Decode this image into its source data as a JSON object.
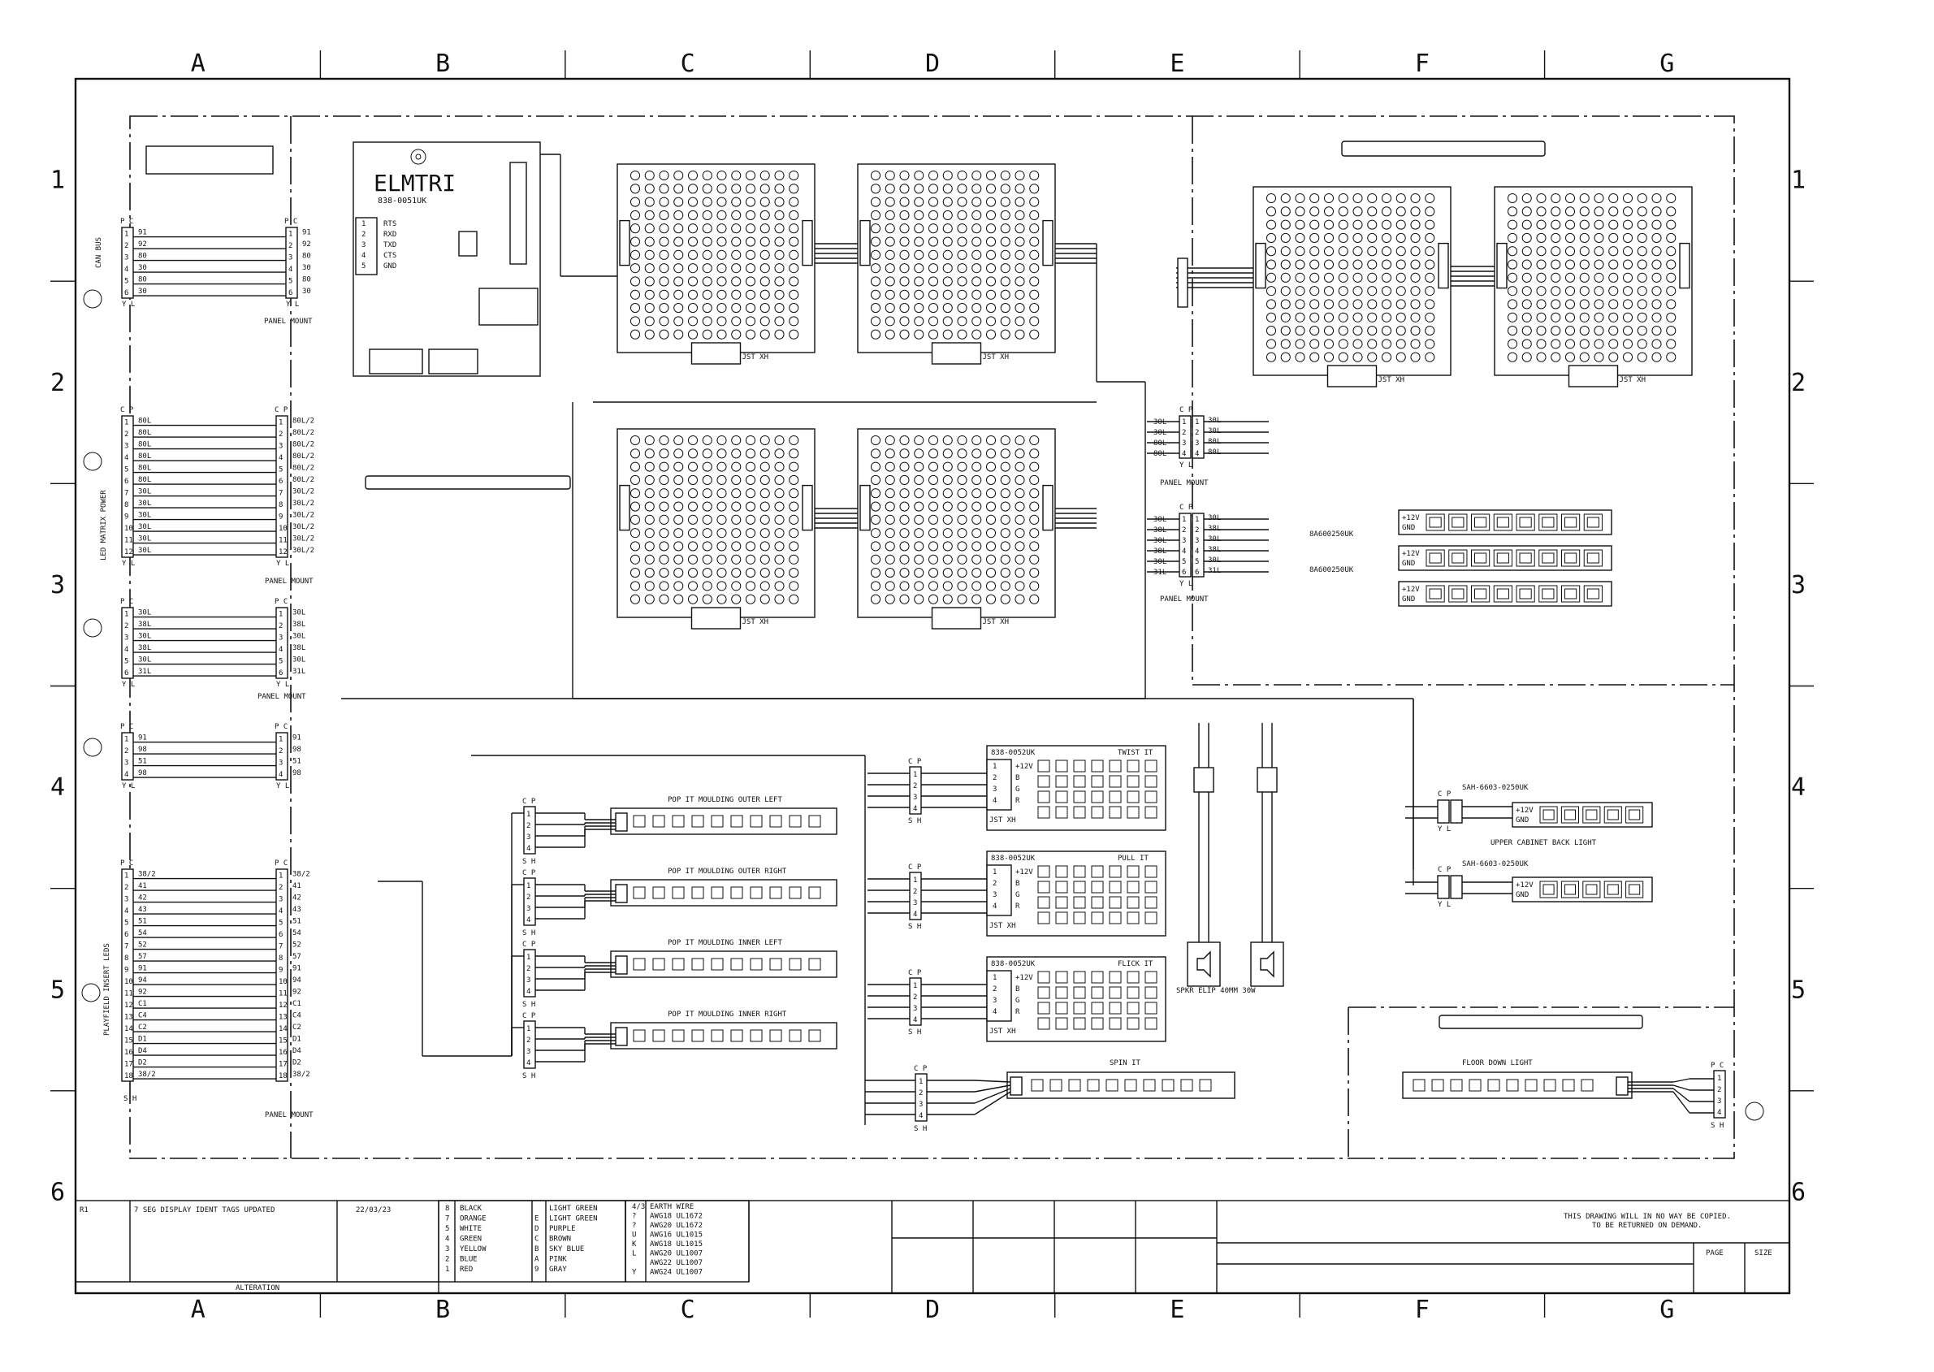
{
  "zones": {
    "cols": [
      "A",
      "B",
      "C",
      "D",
      "E",
      "F",
      "G"
    ],
    "rows": [
      "1",
      "2",
      "3",
      "4",
      "5",
      "6"
    ]
  },
  "board": {
    "brand": "ELMTRI",
    "part": "838-0051UK",
    "serial_pins": [
      "RTS",
      "RXD",
      "TXD",
      "CTS",
      "GND"
    ],
    "serial_nums": [
      "1",
      "2",
      "3",
      "4",
      "5"
    ]
  },
  "connectors": {
    "can_bus": {
      "label": "CAN BUS",
      "wires": [
        "91",
        "92",
        "80",
        "30",
        "80",
        "30"
      ],
      "footer": "PANEL MOUNT"
    },
    "led_matrix_power": {
      "label": "LED MATRIX POWER",
      "wires": [
        "80L",
        "80L",
        "80L",
        "80L",
        "80L",
        "80L",
        "30L",
        "30L",
        "30L",
        "30L",
        "30L",
        "30L"
      ],
      "wires_right": [
        "80L/2",
        "80L/2",
        "80L/2",
        "80L/2",
        "80L/2",
        "80L/2",
        "30L/2",
        "30L/2",
        "30L/2",
        "30L/2",
        "30L/2",
        "30L/2"
      ],
      "footer": "PANEL MOUNT"
    },
    "mid_block": {
      "wires": [
        "30L",
        "38L",
        "30L",
        "38L",
        "30L",
        "31L"
      ],
      "footer": "PANEL MOUNT"
    },
    "small_block": {
      "wires": [
        "91",
        "98",
        "51",
        "98"
      ]
    },
    "playfield": {
      "label": "PLAYFIELD INSERT LEDS",
      "wires": [
        "38/2",
        "41",
        "42",
        "43",
        "51",
        "54",
        "52",
        "57",
        "91",
        "94",
        "92",
        "C1",
        "C4",
        "C2",
        "D1",
        "D4",
        "D2",
        "38/2"
      ],
      "footer_left": "S H",
      "footer_right": "PANEL MOUNT"
    }
  },
  "pin_headers": {
    "left": "C P",
    "right": "Y L",
    "shell": "S H",
    "pc": "P C"
  },
  "strips": [
    {
      "title": "POP IT MOULDING OUTER LEFT"
    },
    {
      "title": "POP IT MOULDING OUTER RIGHT"
    },
    {
      "title": "POP IT MOULDING INNER LEFT"
    },
    {
      "title": "POP IT MOULDING INNER RIGHT"
    }
  ],
  "matrices": [
    {
      "title": "TWIST IT",
      "part": "838-0052UK"
    },
    {
      "title": "PULL IT",
      "part": "838-0052UK"
    },
    {
      "title": "FLICK IT",
      "part": "838-0052UK"
    }
  ],
  "spin_it": {
    "title": "SPIN IT"
  },
  "floor": {
    "title": "FLOOR DOWN LIGHT"
  },
  "upper_cab": {
    "part": "SAH-6603-0250UK",
    "title": "UPPER CABINET BACK LIGHT"
  },
  "upper_cab2": {
    "part": "SAH-6603-0250UK"
  },
  "pwr_block": {
    "footer": "PANEL MOUNT",
    "bar_part": "8A600250UK"
  },
  "speaker": {
    "label": "SPKR ELIP 40MM 30W"
  },
  "matrix_pins": [
    "+12V",
    "B",
    "G",
    "R"
  ],
  "jst": "JST XH",
  "revision": {
    "rev": "R1",
    "text": "7 SEG DISPLAY IDENT TAGS UPDATED",
    "date": "22/03/23",
    "footer": "ALTERATION"
  },
  "wire_key": [
    {
      "code": "8",
      "color": "BLACK",
      "code2": "",
      "color2": "LIGHT GREEN"
    },
    {
      "code": "7",
      "color": "ORANGE",
      "code2": "E",
      "color2": "LIGHT GREEN"
    },
    {
      "code": "5",
      "color": "WHITE",
      "code2": "D",
      "color2": "PURPLE"
    },
    {
      "code": "4",
      "color": "GREEN",
      "code2": "C",
      "color2": "BROWN"
    },
    {
      "code": "3",
      "color": "YELLOW",
      "code2": "B",
      "color2": "SKY BLUE"
    },
    {
      "code": "2",
      "color": "BLUE",
      "code2": "A",
      "color2": "PINK"
    },
    {
      "code": "1",
      "color": "RED",
      "code2": "9",
      "color2": "GRAY"
    }
  ],
  "wire_spec": [
    {
      "code": "4/3",
      "spec": "EARTH WIRE"
    },
    {
      "code": "?",
      "spec": "AWG18  UL1672"
    },
    {
      "code": "?",
      "spec": "AWG20  UL1672"
    },
    {
      "code": "U",
      "spec": "AWG16  UL1015"
    },
    {
      "code": "K",
      "spec": "AWG18  UL1015"
    },
    {
      "code": "L",
      "spec": "AWG20  UL1007"
    },
    {
      "code": "",
      "spec": "AWG22  UL1007"
    },
    {
      "code": "Y",
      "spec": "AWG24  UL1007"
    }
  ],
  "notice": {
    "line1": "THIS DRAWING WILL IN NO WAY BE COPIED.",
    "line2": "TO BE RETURNED ON DEMAND."
  },
  "page": {
    "page_label": "PAGE",
    "size_label": "SIZE"
  }
}
